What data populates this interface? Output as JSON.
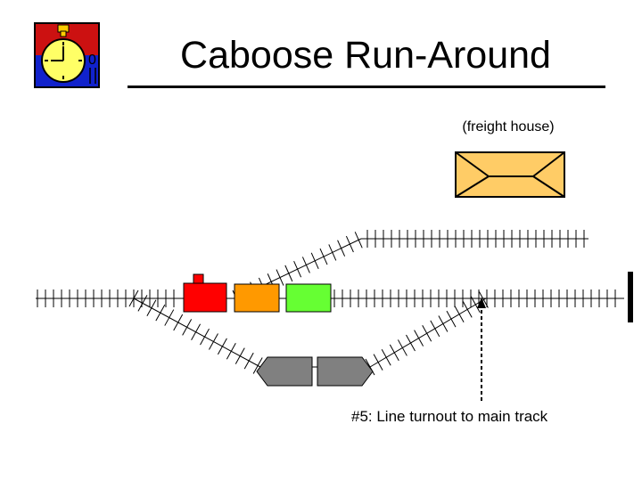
{
  "title": "Caboose Run-Around",
  "freight_house_label": "(freight house)",
  "turnout_label": "#5:  Line turnout to main track",
  "colors": {
    "locomotive": "#ff0000",
    "orange_car": "#ff9900",
    "green_car": "#66ff33",
    "caboose_cars": "#808080",
    "freight_house": "#ffcc66",
    "logo_top": "#cc0000",
    "logo_bottom": "#0000cc",
    "clock_face": "#ffff66"
  },
  "icons": [
    "stopwatch-icon",
    "freight-house-icon",
    "dashed-arrow-icon"
  ]
}
